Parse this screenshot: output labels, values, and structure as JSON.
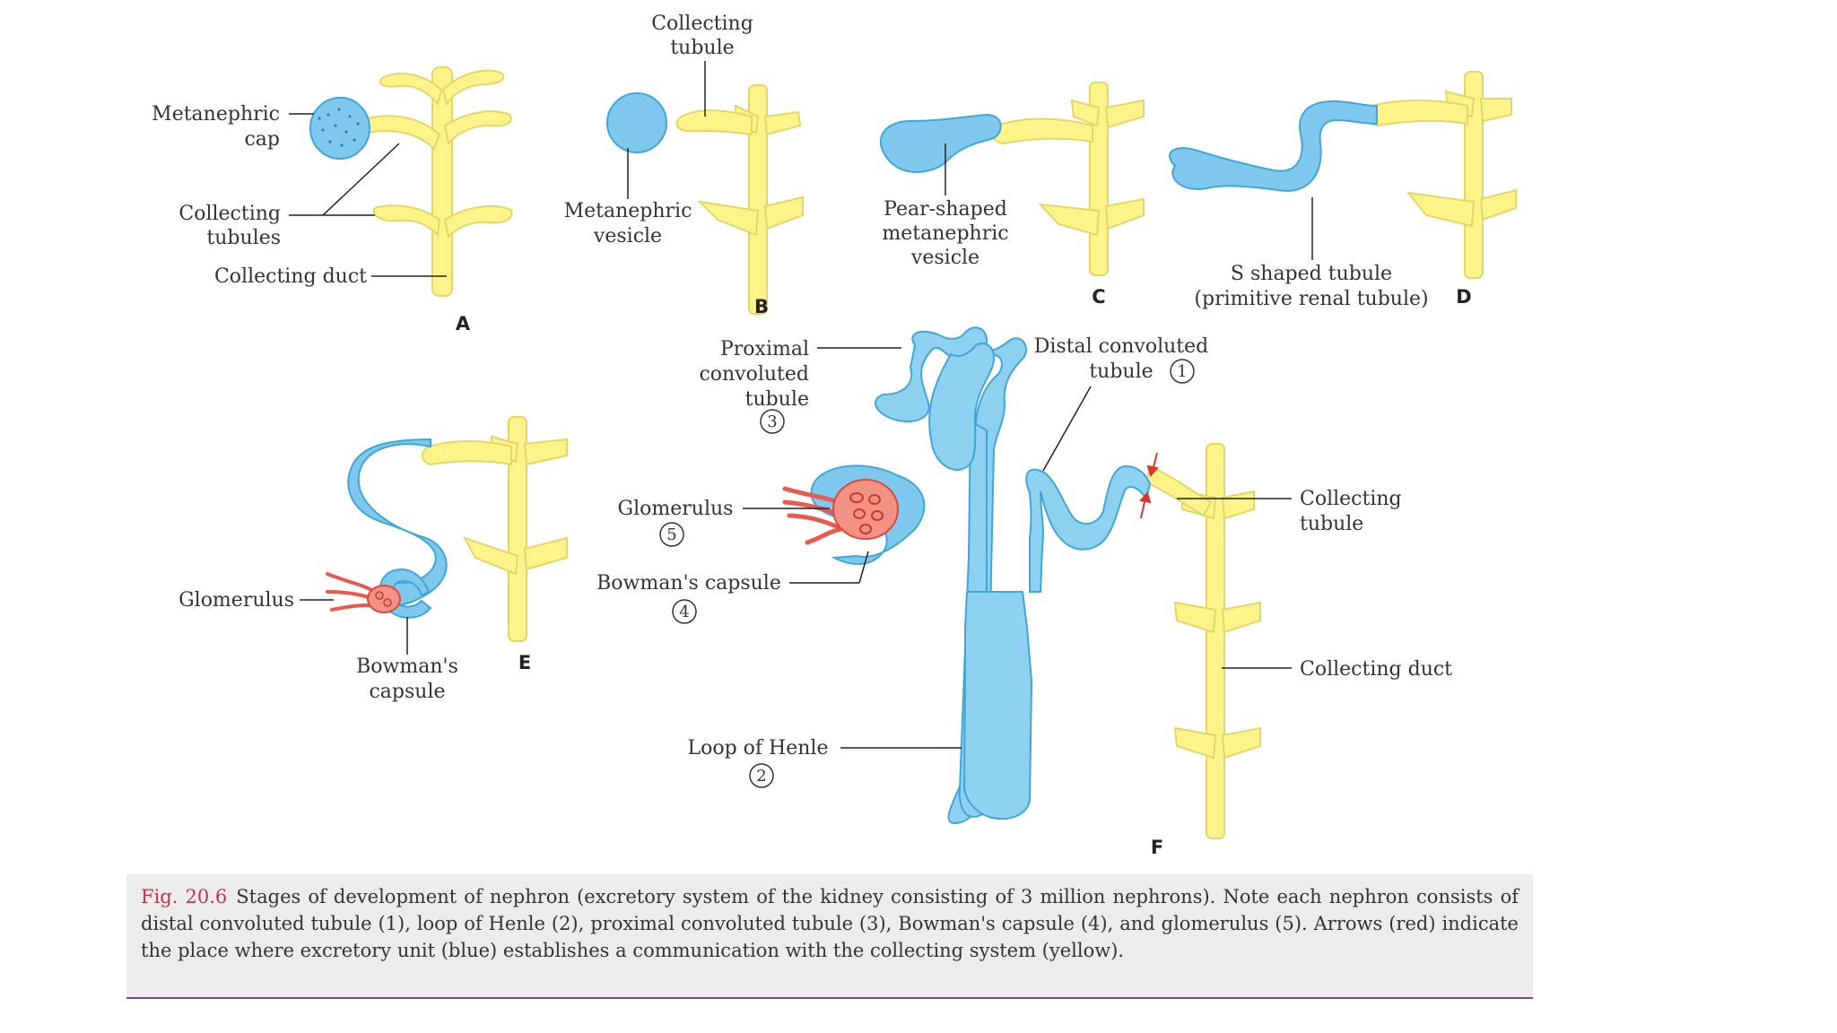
{
  "colors": {
    "duct_yellow": "#fff48a",
    "duct_yellow_edge": "#e3d66a",
    "tubule_blue": "#8fd1f0",
    "tubule_blue_edge": "#3fa6d8",
    "glomerulus_red": "#e85a4f",
    "caption_bg": "#ececec",
    "caption_label": "#c0344a",
    "caption_rule": "#6b4f8e"
  },
  "panels": {
    "A": {
      "letter": "A",
      "labels": {
        "metanephric_cap": [
          "Metanephric",
          "cap"
        ],
        "collecting_tubules": [
          "Collecting",
          "tubules"
        ],
        "collecting_duct": "Collecting duct"
      }
    },
    "B": {
      "letter": "B",
      "labels": {
        "collecting_tubule": [
          "Collecting",
          "tubule"
        ],
        "metanephric_vesicle": [
          "Metanephric",
          "vesicle"
        ]
      }
    },
    "C": {
      "letter": "C",
      "labels": {
        "pear_shaped": [
          "Pear-shaped",
          "metanephric",
          "vesicle"
        ]
      }
    },
    "D": {
      "letter": "D",
      "labels": {
        "s_shaped": [
          "S shaped tubule",
          "(primitive renal tubule)"
        ]
      }
    },
    "E": {
      "letter": "E",
      "labels": {
        "glomerulus": "Glomerulus",
        "bowmans_capsule": [
          "Bowman's",
          "capsule"
        ]
      }
    },
    "F": {
      "letter": "F",
      "labels": {
        "proximal": [
          "Proximal",
          "convoluted",
          "tubule"
        ],
        "proximal_num": "3",
        "distal": [
          "Distal convoluted",
          "tubule"
        ],
        "distal_num": "1",
        "glomerulus": "Glomerulus",
        "glomerulus_num": "5",
        "bowmans_capsule": "Bowman's capsule",
        "bowmans_num": "4",
        "loop_of_henle": "Loop of Henle",
        "loop_num": "2",
        "collecting_tubule": [
          "Collecting",
          "tubule"
        ],
        "collecting_duct": "Collecting duct"
      }
    }
  },
  "caption": {
    "label": "Fig. 20.6",
    "text": "Stages of development of nephron (excretory system of the kidney consisting of 3 million nephrons). Note each nephron consists of distal convoluted tubule (1), loop of Henle (2), proximal convoluted tubule (3), Bowman's capsule (4), and glomerulus (5). Arrows (red) indicate the place where excretory unit (blue) establishes a communication with the collecting system (yellow)."
  }
}
